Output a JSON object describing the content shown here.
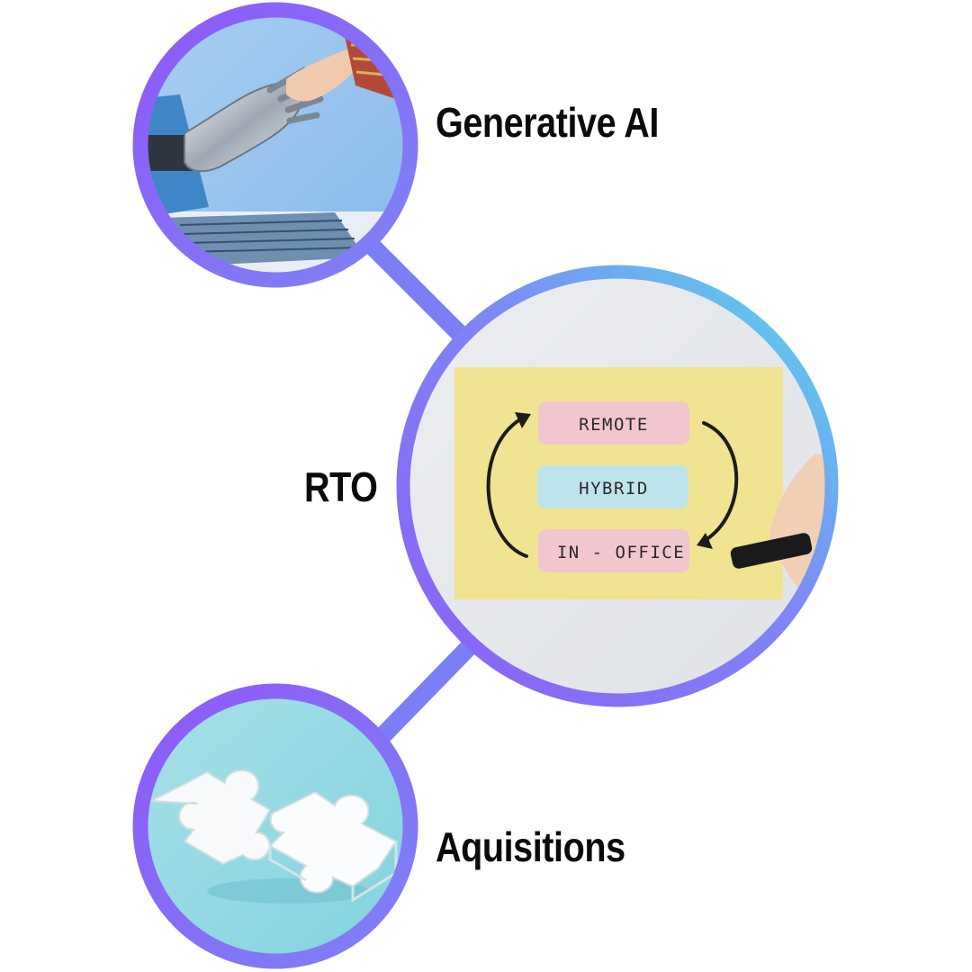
{
  "nodes": [
    {
      "id": "genai",
      "label": "Generative AI",
      "image": "robot-human-handshake-photo"
    },
    {
      "id": "rto",
      "label": "RTO",
      "image": "sticky-note-work-models-photo",
      "note_items": [
        "REMOTE",
        "HYBRID",
        "IN - OFFICE"
      ]
    },
    {
      "id": "acq",
      "label": "Aquisitions",
      "image": "puzzle-pieces-photo"
    }
  ],
  "colors": {
    "ring_violet": "#8e5cf7",
    "ring_cyan": "#56dde8",
    "connector": "#7b7ff6",
    "remote_tag": "#f2c6cf",
    "hybrid_tag": "#bfe3ea",
    "note_paper": "#f0e391"
  }
}
